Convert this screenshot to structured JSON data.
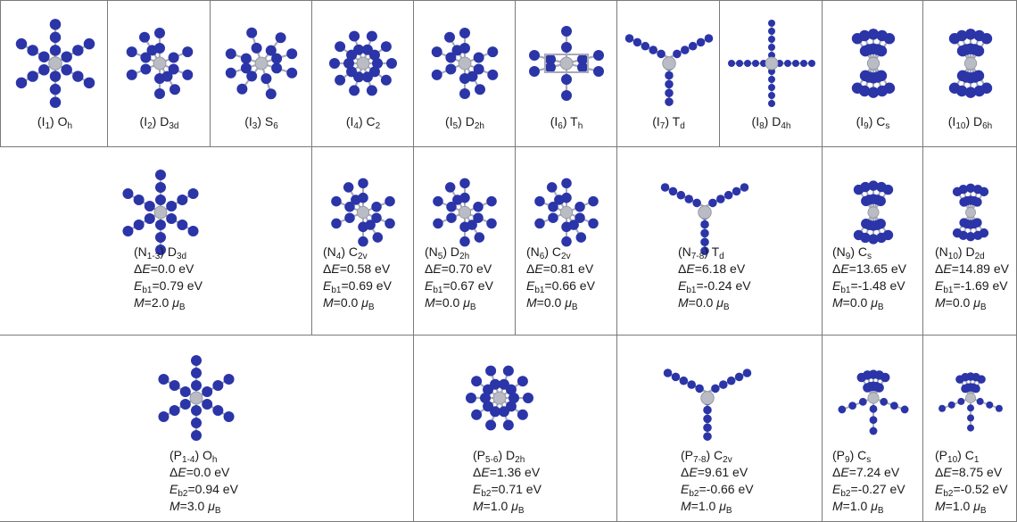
{
  "colors": {
    "ligand": "#2b35a8",
    "center": "#b9bcc4",
    "bond": "#a8aab8",
    "border": "#7a7a7a"
  },
  "rows": [
    {
      "cells": [
        {
          "id": "I1",
          "label": "I",
          "sub": "1",
          "sym": "O",
          "symsub": "h",
          "shape": "oct"
        },
        {
          "id": "I2",
          "label": "I",
          "sub": "2",
          "sym": "D",
          "symsub": "3d",
          "shape": "star8"
        },
        {
          "id": "I3",
          "label": "I",
          "sub": "3",
          "sym": "S",
          "symsub": "6",
          "shape": "star6"
        },
        {
          "id": "I4",
          "label": "I",
          "sub": "4",
          "sym": "C",
          "symsub": "2",
          "shape": "cage"
        },
        {
          "id": "I5",
          "label": "I",
          "sub": "5",
          "sym": "D",
          "symsub": "2h",
          "shape": "star8"
        },
        {
          "id": "I6",
          "label": "I",
          "sub": "6",
          "sym": "T",
          "symsub": "h",
          "shape": "box"
        },
        {
          "id": "I7",
          "label": "I",
          "sub": "7",
          "sym": "T",
          "symsub": "d",
          "shape": "tri"
        },
        {
          "id": "I8",
          "label": "I",
          "sub": "8",
          "sym": "D",
          "symsub": "4h",
          "shape": "cross"
        },
        {
          "id": "I9",
          "label": "I",
          "sub": "9",
          "sym": "C",
          "symsub": "s",
          "shape": "sandwich"
        },
        {
          "id": "I10",
          "label": "I",
          "sub": "10",
          "sym": "D",
          "symsub": "6h",
          "shape": "sandwich"
        }
      ]
    },
    {
      "cells": [
        {
          "id": "N1-3",
          "label": "N",
          "sub": "1-3",
          "sym": "D",
          "symsub": "3d",
          "shape": "oct",
          "dE": "0.0 eV",
          "ebsub": "b1",
          "Eb": "0.79 eV",
          "M": "2.0"
        },
        {
          "id": "N4",
          "label": "N",
          "sub": "4",
          "sym": "C",
          "symsub": "2v",
          "shape": "star8",
          "dE": "0.58 eV",
          "ebsub": "b1",
          "Eb": "0.69 eV",
          "M": "0.0"
        },
        {
          "id": "N5",
          "label": "N",
          "sub": "5",
          "sym": "D",
          "symsub": "2h",
          "shape": "star8",
          "dE": "0.70 eV",
          "ebsub": "b1",
          "Eb": "0.67 eV",
          "M": "0.0"
        },
        {
          "id": "N6",
          "label": "N",
          "sub": "6",
          "sym": "C",
          "symsub": "2v",
          "shape": "star8",
          "dE": "0.81 eV",
          "ebsub": "b1",
          "Eb": "0.66 eV",
          "M": "0.0"
        },
        {
          "id": "N7-8",
          "label": "N",
          "sub": "7-8",
          "sym": "T",
          "symsub": "d",
          "shape": "tri",
          "dE": "6.18 eV",
          "ebsub": "b1",
          "Eb": "-0.24 eV",
          "M": "0.0"
        },
        {
          "id": "N9",
          "label": "N",
          "sub": "9",
          "sym": "C",
          "symsub": "s",
          "shape": "sandwich",
          "dE": "13.65 eV",
          "ebsub": "b1",
          "Eb": "-1.48 eV",
          "M": "0.0"
        },
        {
          "id": "N10",
          "label": "N",
          "sub": "10",
          "sym": "D",
          "symsub": "2d",
          "shape": "sandwich",
          "dE": "14.89 eV",
          "ebsub": "b1",
          "Eb": "-1.69 eV",
          "M": "0.0"
        }
      ]
    },
    {
      "cells": [
        {
          "id": "P1-4",
          "label": "P",
          "sub": "1-4",
          "sym": "O",
          "symsub": "h",
          "shape": "oct",
          "dE": "0.0 eV",
          "ebsub": "b2",
          "Eb": "0.94 eV",
          "M": "3.0"
        },
        {
          "id": "P5-6",
          "label": "P",
          "sub": "5-6",
          "sym": "D",
          "symsub": "2h",
          "shape": "cage",
          "dE": "1.36 eV",
          "ebsub": "b2",
          "Eb": "0.71 eV",
          "M": "1.0"
        },
        {
          "id": "P7-8",
          "label": "P",
          "sub": "7-8",
          "sym": "C",
          "symsub": "2v",
          "shape": "tri",
          "dE": "9.61 eV",
          "ebsub": "b2",
          "Eb": "-0.66 eV",
          "M": "1.0"
        },
        {
          "id": "P9",
          "label": "P",
          "sub": "9",
          "sym": "C",
          "symsub": "s",
          "shape": "halfcage",
          "dE": "7.24 eV",
          "ebsub": "b2",
          "Eb": "-0.27 eV",
          "M": "1.0"
        },
        {
          "id": "P10",
          "label": "P",
          "sub": "10",
          "sym": "C",
          "symsub": "1",
          "shape": "halfcage",
          "dE": "8.75 eV",
          "ebsub": "b2",
          "Eb": "-0.52 eV",
          "M": "1.0"
        }
      ]
    }
  ],
  "symbols": {
    "delta": "Δ",
    "E": "E",
    "M": "M",
    "mu": "μ",
    "B": "B",
    "eq": "="
  }
}
